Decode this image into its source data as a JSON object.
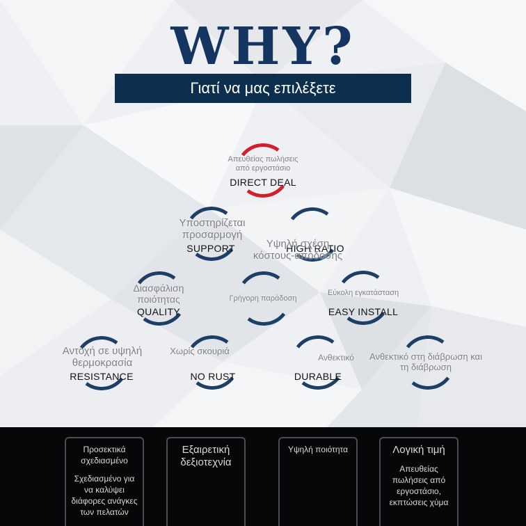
{
  "header": {
    "headline": "WHY?",
    "subtitle": "Γιατί να μας επιλέξετε"
  },
  "nodes": {
    "direct_deal": {
      "gr": "Απευθείας πωλήσεις από εργοστάσιο",
      "en": "DIRECT DEAL"
    },
    "support": {
      "gr": "Υποστηρίζεται προσαρμογή",
      "en": "SUPPORT"
    },
    "high_ratio": {
      "gr": "Υψηλή σχέση κόστους-απόδοσης",
      "en": "HIGH RATIO"
    },
    "quality": {
      "gr": "Διασφάλιση ποιότητας",
      "en": "QUALITY"
    },
    "fast_delivery": {
      "gr": "Γρήγορη παράδοση",
      "en": ""
    },
    "easy_install": {
      "gr": "Εύκολη εγκατάσταση",
      "en": "EASY INSTALL"
    },
    "resistance": {
      "gr": "Αντοχή σε υψηλή θερμοκρασία",
      "en": "RESISTANCE"
    },
    "no_rust": {
      "gr": "Χωρίς σκουριά",
      "en": "NO RUST"
    },
    "durable": {
      "gr": "Ανθεκτικό",
      "en": "DURABLE"
    },
    "corrosion": {
      "gr": "Ανθεκτικό στη διάβρωση και τη διάβρωση",
      "en": ""
    }
  },
  "cards": [
    {
      "title": "Προσεκτικά σχεδιασμένο",
      "body": "Σχεδιασμένο για να καλύψει διάφορες ανάγκες των πελατών"
    },
    {
      "title": "Εξαιρετική δεξιοτεχνία",
      "body": ""
    },
    {
      "title": "Υψηλή ποιότητα",
      "body": ""
    },
    {
      "title": "Λογική τιμή",
      "body": "Απευθείας πωλήσεις από εργοστάσιο, εκπτώσεις χύμα"
    }
  ],
  "colors": {
    "navy": "#13355f",
    "bar": "#0d2f4e",
    "accent_red": "#d11f2b",
    "footer": "#050708"
  }
}
